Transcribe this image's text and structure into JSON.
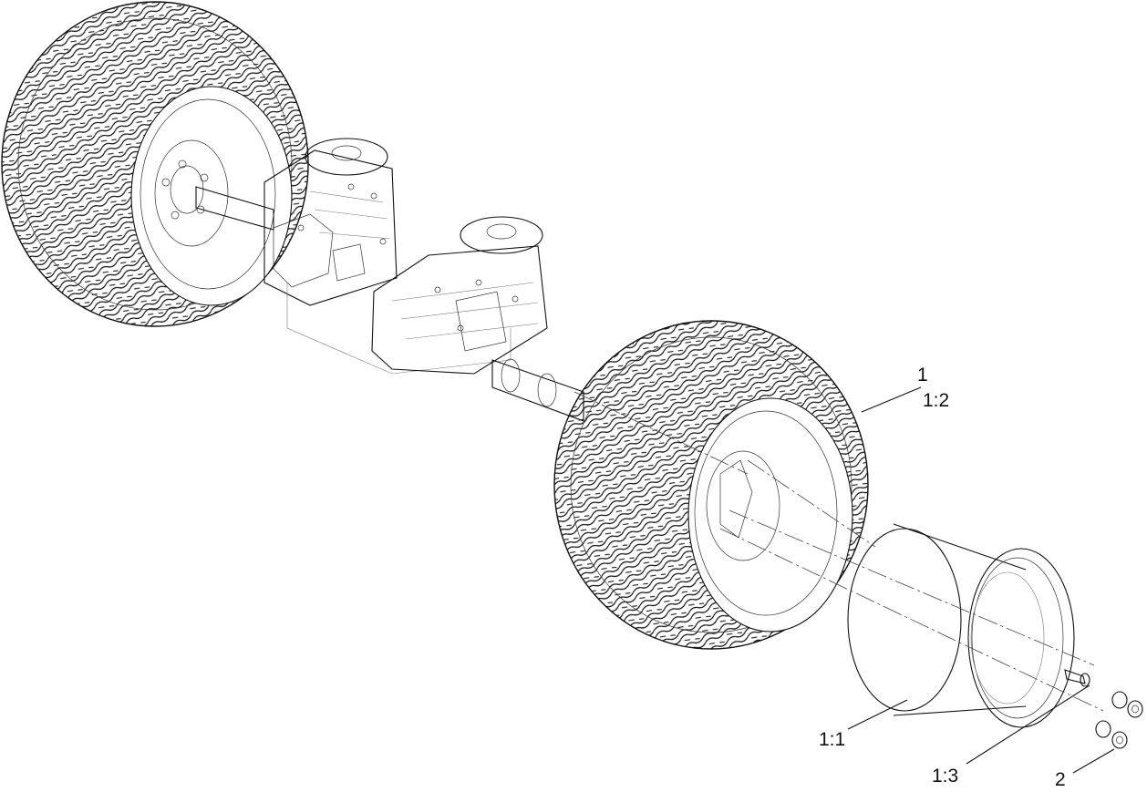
{
  "callouts": {
    "c1": "1",
    "c1_2": "1:2",
    "c1_1": "1:1",
    "c1_3": "1:3",
    "c2": "2"
  }
}
